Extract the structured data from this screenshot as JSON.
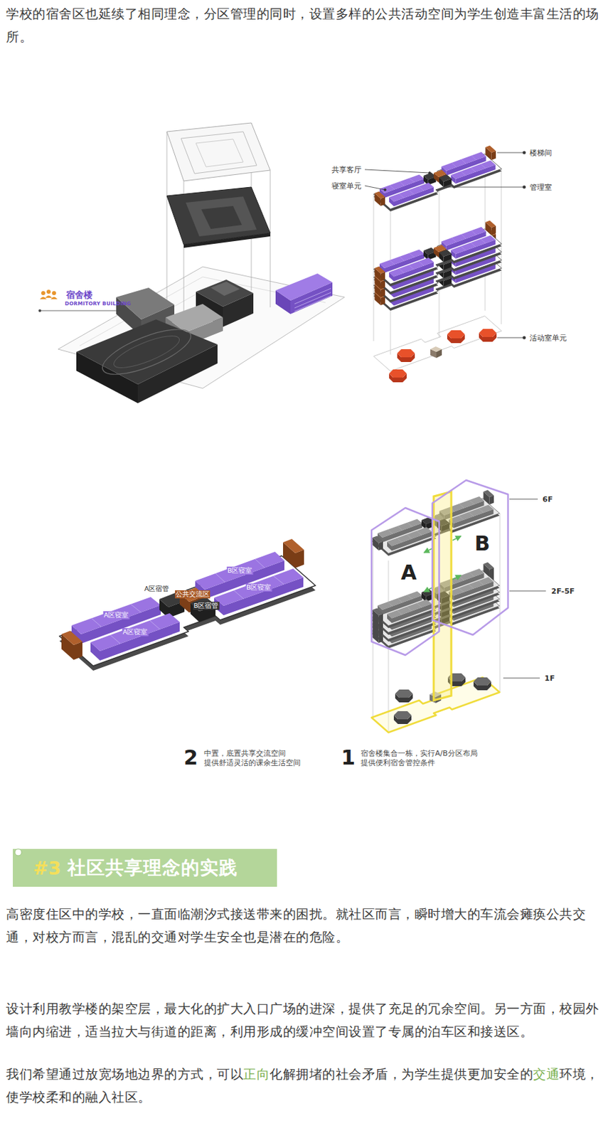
{
  "diagram": {
    "nodes": [
      {
        "text": [
          "#3",
          "社区共享理念的实践"
        ]
      },
      {
        "text": [
          "A"
        ]
      },
      {
        "text": [
          "B"
        ]
      }
    ],
    "labels": [
      "学校的宿舍区也延续了相同理念，分区管理的同时，设置多样的公共活动空间为学生创造丰富生活的场所。",
      "楼梯间",
      "共享客厅",
      "寝室单元",
      "管理室",
      "宿舍楼",
      "DORMITORY BUILDING",
      "活动室单元",
      "6F",
      "B区寝室",
      "B区寝室",
      "A区宿管",
      "公共交流区",
      "A区寝室",
      "B区宿管",
      "A区寝室",
      "2F-5F",
      "1F",
      "2",
      "中置，底置共享交流空间 提供舒适灵活的课余生活空间",
      "1",
      "宿舍楼集合一栋，实行A/B分区布局 提供便利宿舍管控条件",
      "高密度住区中的学校，一直面临潮汐式接送带来的困扰。就社区而言，瞬时增大的车流会瘫痪公共交通，对校方而言，混乱的交通对学生安全也是潜在的危险。",
      "设计利用教学楼的架空层，最大化的扩大入口广场的进深，提供了充足的冗余空间。另一方面，校园外墙向内缩进，适当拉大与街道的距离，利用形成的缓冲空间设置了专属的泊车区和接送区。",
      "我们希望通过放宽场地边界的方式，可以",
      "正向",
      "化解拥堵的社会矛盾，为学生提供更加安全的",
      "交通",
      "环境，使学校柔和的融入社区。"
    ]
  }
}
